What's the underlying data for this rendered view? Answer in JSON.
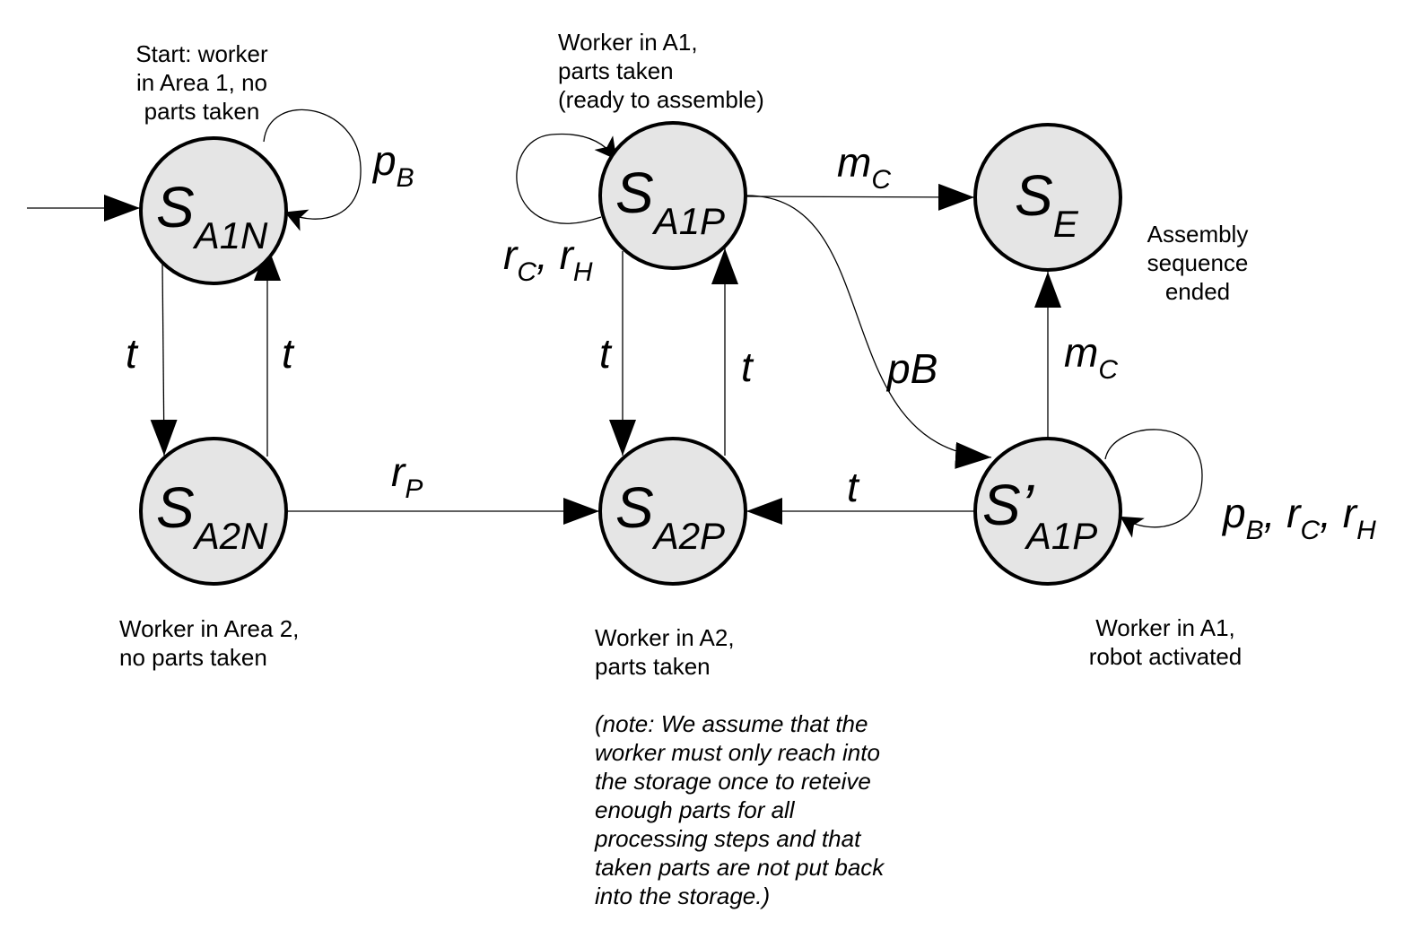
{
  "states": {
    "s_a1n": {
      "main": "S",
      "sub": "A1N"
    },
    "s_a2n": {
      "main": "S",
      "sub": "A2N"
    },
    "s_a1p": {
      "main": "S",
      "sub": "A1P"
    },
    "s_a2p": {
      "main": "S",
      "sub": "A2P"
    },
    "s_e": {
      "main": "S",
      "sub": "E"
    },
    "s_prime_a1p": {
      "main": "S’",
      "sub": "A1P"
    }
  },
  "transitions": {
    "a1n_self": {
      "parts": [
        [
          "p",
          "B"
        ]
      ]
    },
    "a1n_to_a2n": {
      "text": "t"
    },
    "a2n_to_a1n": {
      "text": "t"
    },
    "a2n_to_a2p": {
      "parts": [
        [
          "r",
          "P"
        ]
      ]
    },
    "a1p_self": {
      "parts": [
        [
          "r",
          "C"
        ],
        [
          "r",
          "H"
        ]
      ]
    },
    "a1p_to_a2p": {
      "text": "t"
    },
    "a2p_to_a1p": {
      "text": "t"
    },
    "a1p_to_e": {
      "parts": [
        [
          "m",
          "C"
        ]
      ]
    },
    "a1p_to_prime": {
      "text": "pB"
    },
    "prime_to_a2p": {
      "text": "t"
    },
    "prime_to_e": {
      "parts": [
        [
          "m",
          "C"
        ]
      ]
    },
    "prime_self": {
      "parts": [
        [
          "p",
          "B"
        ],
        [
          "r",
          "C"
        ],
        [
          "r",
          "H"
        ]
      ]
    }
  },
  "captions": {
    "a1n": [
      "Start: worker",
      "in Area 1, no",
      "parts taken"
    ],
    "a2n": [
      "Worker in Area 2,",
      "no parts taken"
    ],
    "a1p": [
      "Worker in A1,",
      "parts taken",
      "(ready to assemble)"
    ],
    "a2p": [
      "Worker in A2,",
      "parts taken"
    ],
    "note": [
      "(note: We assume that the",
      "worker must only reach into",
      "the storage once to reteive",
      "enough parts for all",
      "processing steps and that",
      "taken parts are not put back",
      "into the storage.)"
    ],
    "e": [
      "Assembly",
      "sequence",
      "ended"
    ],
    "prime": [
      "Worker in A1,",
      "robot activated"
    ]
  }
}
